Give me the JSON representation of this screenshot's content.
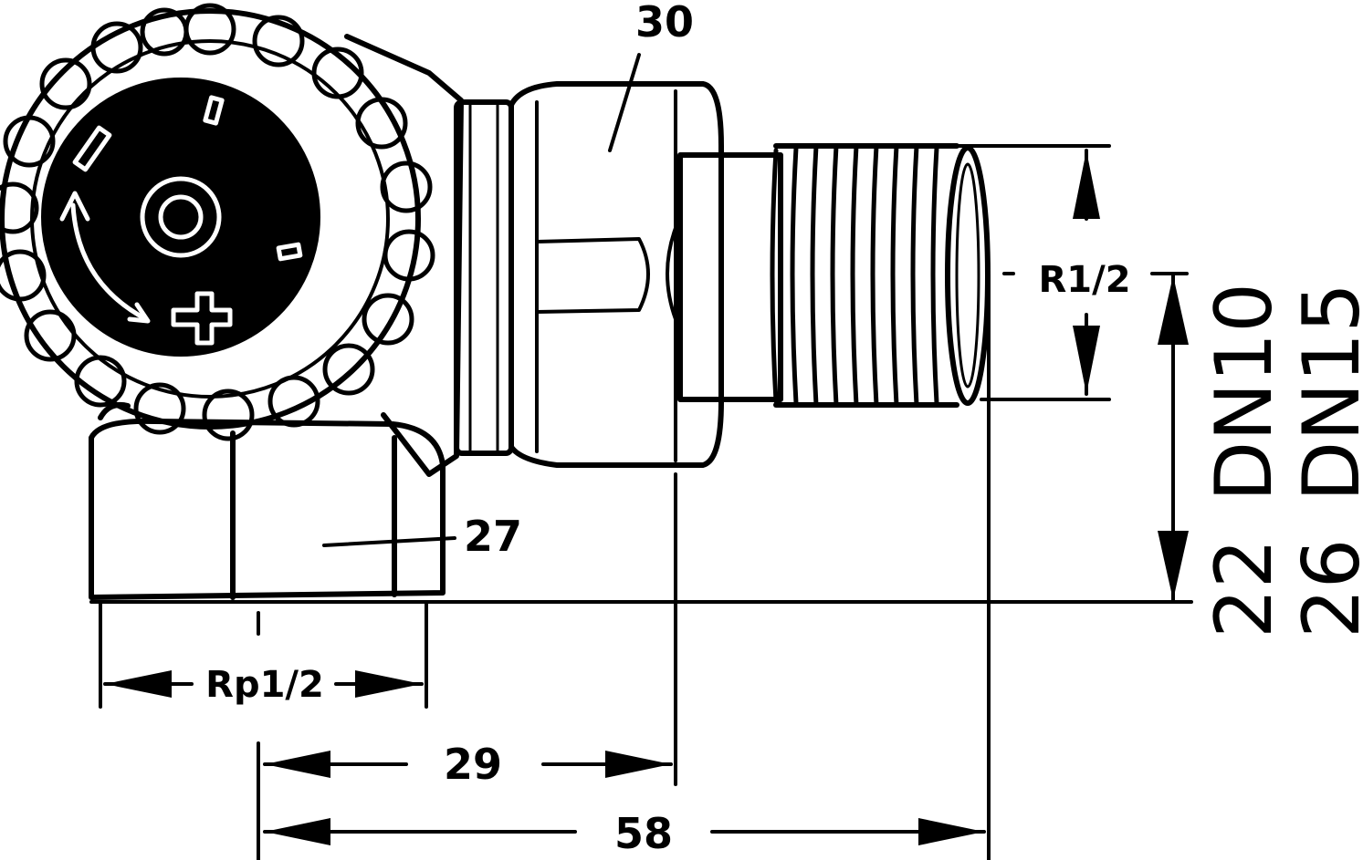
{
  "labels": {
    "hex_top": "30",
    "hex_bottom": "27",
    "thread_male": "R1/2",
    "thread_female": "Rp1/2",
    "dist_29": "29",
    "dist_58": "58",
    "height_a": "22",
    "nominal_a": "DN10",
    "height_b": "26",
    "nominal_b": "DN15"
  },
  "colors": {
    "ink": "#000000",
    "paper": "#ffffff"
  }
}
